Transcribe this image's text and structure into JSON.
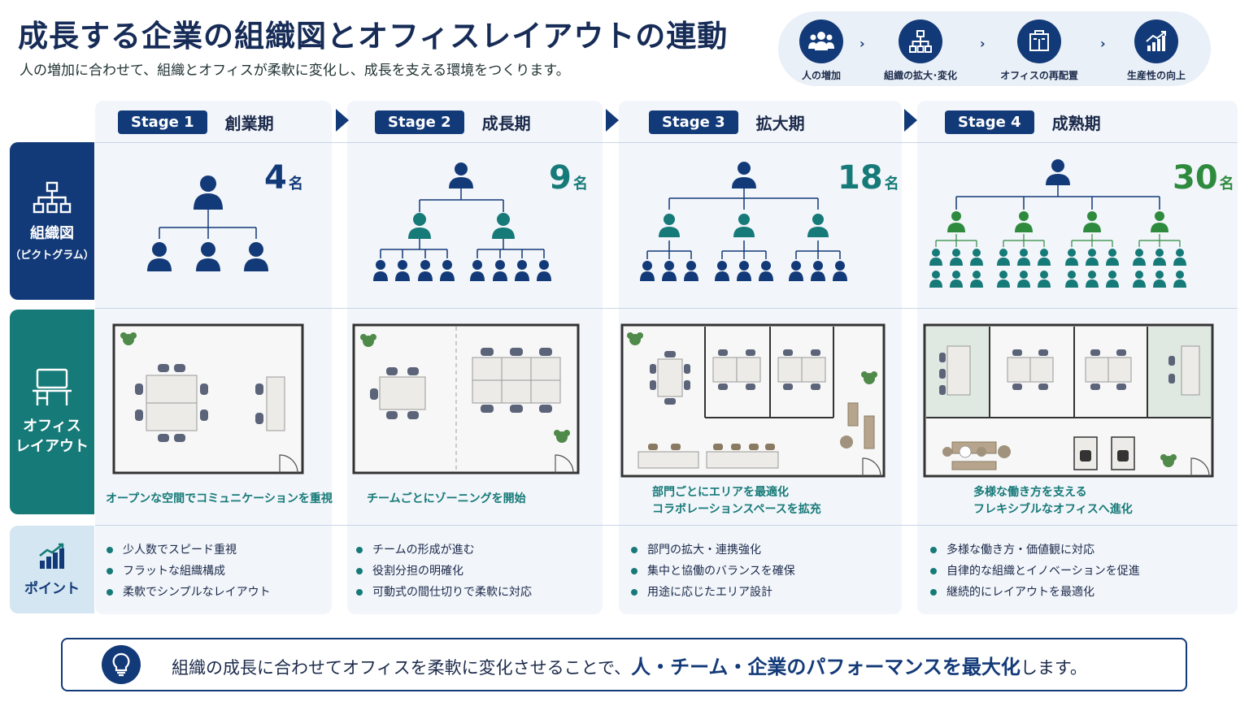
{
  "header": {
    "title": "成長する企業の組織図とオフィスレイアウトの連動",
    "subtitle": "人の増加に合わせて、組織とオフィスが柔軟に変化し、成長を支える環境をつくります。"
  },
  "flow": [
    {
      "label": "人の増加",
      "icon": "people-icon"
    },
    {
      "label": "組織の拡大･変化",
      "icon": "org-chart-icon"
    },
    {
      "label": "オフィスの再配置",
      "icon": "office-icon"
    },
    {
      "label": "生産性の向上",
      "icon": "growth-chart-icon"
    }
  ],
  "row_labels": {
    "org": {
      "title": "組織図",
      "sub": "（ピクトグラム）"
    },
    "office": {
      "title": "オフィス\nレイアウト"
    },
    "points": {
      "title": "ポイント"
    }
  },
  "stages": [
    {
      "badge": "Stage 1",
      "name": "創業期",
      "count": "4",
      "unit": "名",
      "count_color": "#133a78",
      "office_caption": "オープンな空間でコミュニケーションを重視",
      "points": [
        "少人数でスピード重視",
        "フラットな組織構成",
        "柔軟でシンプルなレイアウト"
      ]
    },
    {
      "badge": "Stage 2",
      "name": "成長期",
      "count": "9",
      "unit": "名",
      "count_color": "#167a78",
      "office_caption": "チームごとにゾーニングを開始",
      "points": [
        "チームの形成が進む",
        "役割分担の明確化",
        "可動式の間仕切りで柔軟に対応"
      ]
    },
    {
      "badge": "Stage 3",
      "name": "拡大期",
      "count": "18",
      "unit": "名",
      "count_color": "#167a78",
      "office_caption": "部門ごとにエリアを最適化\nコラボレーションスペースを拡充",
      "points": [
        "部門の拡大・連携強化",
        "集中と協働のバランスを確保",
        "用途に応じたエリア設計"
      ]
    },
    {
      "badge": "Stage 4",
      "name": "成熟期",
      "count": "30",
      "unit": "名",
      "count_color": "#2e8b3e",
      "office_caption": "多様な働き方を支える\nフレキシブルなオフィスへ進化",
      "points": [
        "多様な働き方・価値観に対応",
        "自律的な組織とイノベーションを促進",
        "継続的にレイアウトを最適化"
      ]
    }
  ],
  "footer": {
    "text_before": "組織の成長に合わせてオフィスを柔軟に変化させることで、",
    "highlight": "人・チーム・企業のパフォーマンスを最大化",
    "text_after": "します。"
  },
  "colors": {
    "navy": "#133a78",
    "teal": "#167a78",
    "green": "#2e8b3e",
    "panel": "#f2f5fa"
  }
}
